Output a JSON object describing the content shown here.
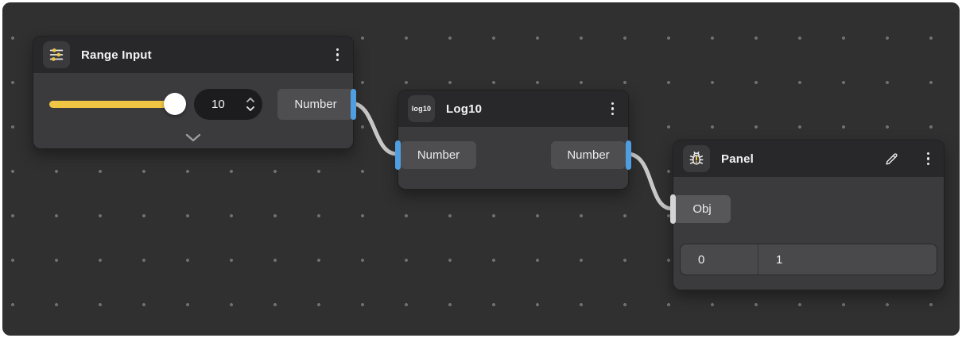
{
  "canvas": {
    "background": "#303030",
    "dot_color": "#6f6f6f"
  },
  "colors": {
    "port_accent_blue": "#4f9ee0",
    "port_accent_light": "#d4d4d4",
    "slider_yellow": "#eec643",
    "wire_gray": "#c8c8c8",
    "header_bg": "#28282a",
    "node_body_bg": "#3b3b3d"
  },
  "nodes": {
    "range": {
      "title": "Range Input",
      "icon": "sliders-icon",
      "value": "10",
      "slider_percent": 100,
      "output_port": "Number"
    },
    "log10": {
      "title": "Log10",
      "icon_label": "log10",
      "input_port": "Number",
      "output_port": "Number"
    },
    "panel": {
      "title": "Panel",
      "icon": "bug-icon",
      "input_port": "Obj",
      "cells": [
        "0",
        "1"
      ]
    }
  }
}
